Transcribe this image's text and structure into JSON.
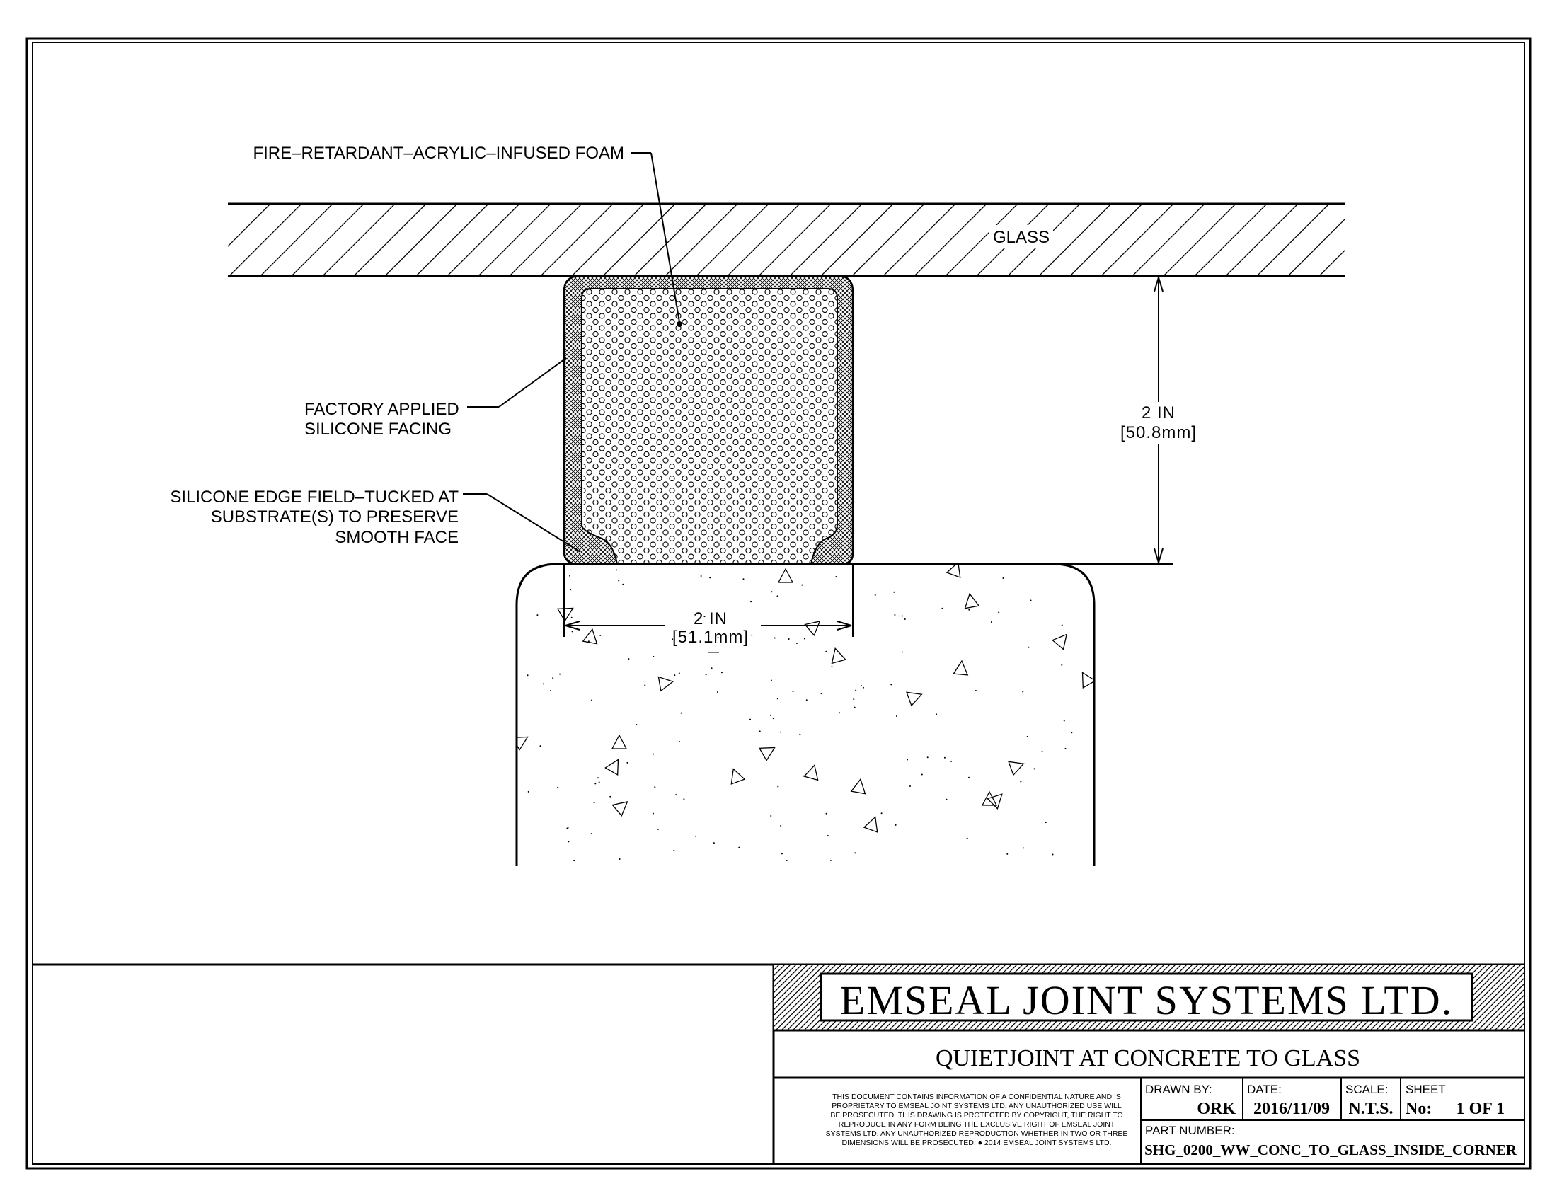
{
  "drawing": {
    "labels": {
      "foam": "FIRE–RETARDANT–ACRYLIC–INFUSED FOAM",
      "glass": "GLASS",
      "facing_1": "FACTORY APPLIED",
      "facing_2": "SILICONE FACING",
      "edge_1": "SILICONE EDGE FIELD–TUCKED AT",
      "edge_2": "SUBSTRATE(S) TO PRESERVE",
      "edge_3": "SMOOTH FACE"
    },
    "dimensions": {
      "vertical_in": "2 IN",
      "vertical_mm": "[50.8mm]",
      "horizontal_in": "2 IN",
      "horizontal_mm": "[51.1mm]"
    }
  },
  "title_block": {
    "company": "EMSEAL JOINT SYSTEMS LTD.",
    "title": "QUIETJOINT AT CONCRETE TO GLASS",
    "notice": [
      "THIS DOCUMENT CONTAINS INFORMATION OF A CONFIDENTIAL NATURE AND IS",
      "PROPRIETARY TO EMSEAL JOINT SYSTEMS LTD. ANY UNAUTHORIZED USE WILL",
      "BE PROSECUTED. THIS DRAWING IS PROTECTED BY COPYRIGHT, THE RIGHT TO",
      "REPRODUCE IN ANY FORM BEING THE EXCLUSIVE RIGHT OF EMSEAL JOINT",
      "SYSTEMS LTD. ANY UNAUTHORIZED REPRODUCTION WHETHER IN TWO OR THREE",
      "DIMENSIONS WILL BE PROSECUTED. ● 2014 EMSEAL JOINT SYSTEMS LTD."
    ],
    "drawn_by_label": "DRAWN BY:",
    "drawn_by": "ORK",
    "date_label": "DATE:",
    "date": "2016/11/09",
    "scale_label": "SCALE:",
    "scale": "N.T.S.",
    "sheet_label": "SHEET",
    "sheet_no_label": "No:",
    "sheet": "1 OF 1",
    "part_number_label": "PART NUMBER:",
    "part_number": "SHG_0200_WW_CONC_TO_GLASS_INSIDE_CORNER"
  }
}
